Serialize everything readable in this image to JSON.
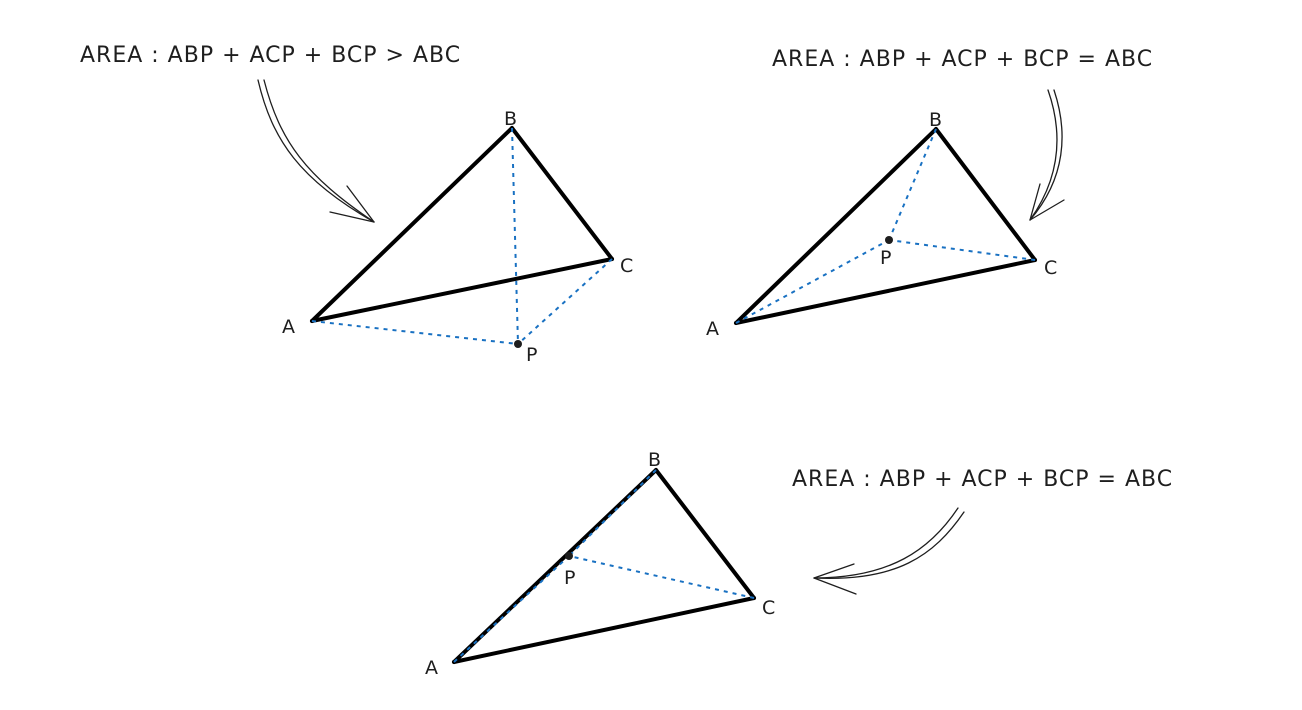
{
  "colors": {
    "edge": "#000000",
    "dashed_segment": "#1971c2",
    "ink": "#1e1e1e"
  },
  "panels": [
    {
      "caption": "AREA : ABP + ACP + BCP > ABC",
      "labels": {
        "A": "A",
        "B": "B",
        "C": "C",
        "P": "P"
      }
    },
    {
      "caption": "AREA : ABP + ACP + BCP = ABC",
      "labels": {
        "A": "A",
        "B": "B",
        "C": "C",
        "P": "P"
      }
    },
    {
      "caption": "AREA : ABP + ACP + BCP = ABC",
      "labels": {
        "A": "A",
        "B": "B",
        "C": "C",
        "P": "P"
      }
    }
  ]
}
